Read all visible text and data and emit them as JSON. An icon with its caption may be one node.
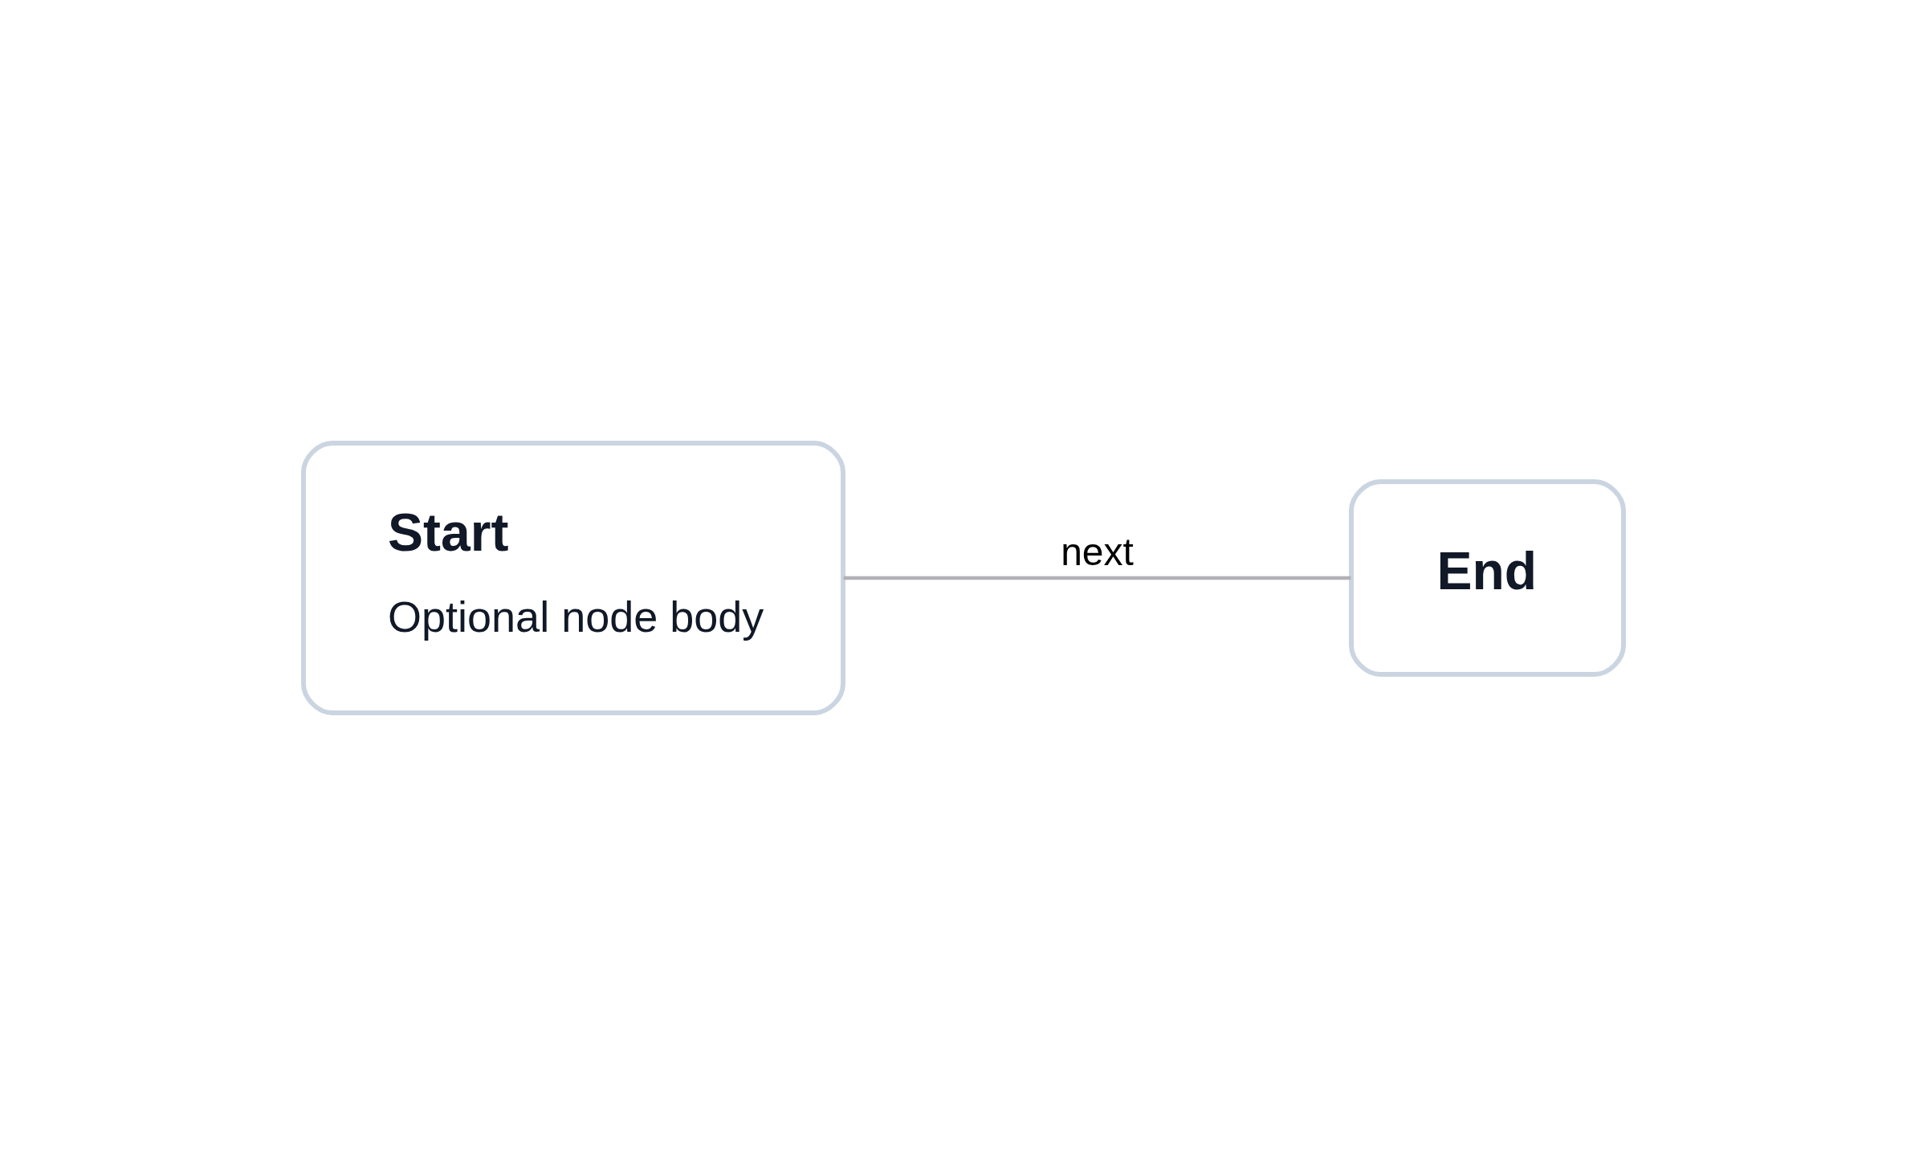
{
  "diagram": {
    "nodes": [
      {
        "text": [
          "Start",
          "Optional node body"
        ]
      },
      {
        "text": [
          "End"
        ]
      }
    ],
    "edges": [
      {
        "from": 0,
        "to": 1,
        "arrow": "none",
        "label": "next"
      }
    ]
  }
}
